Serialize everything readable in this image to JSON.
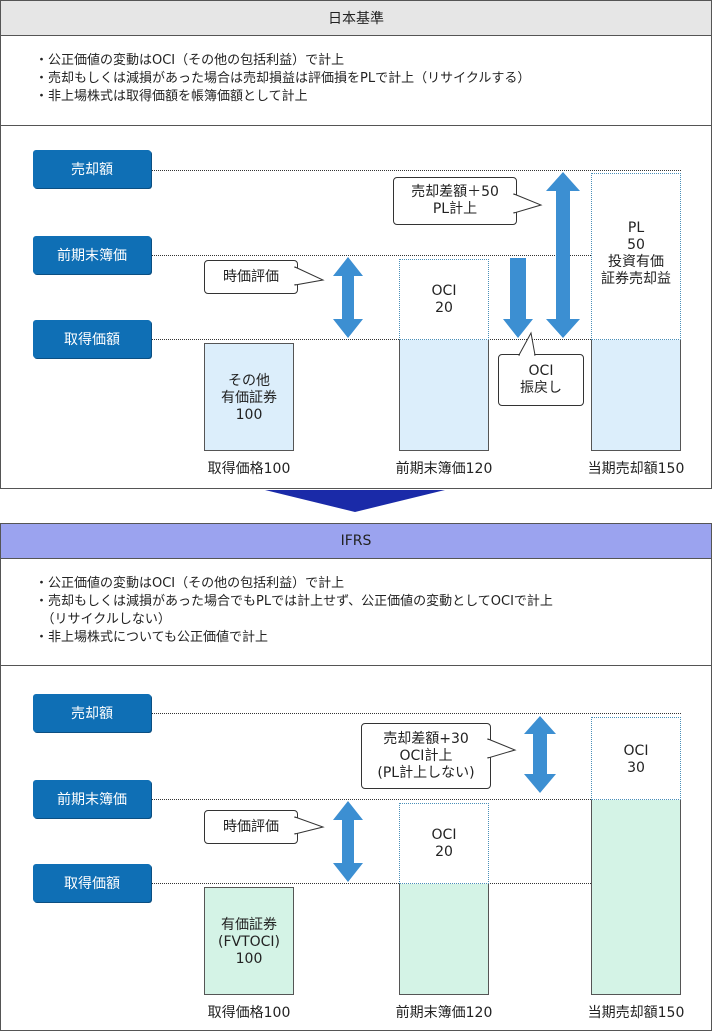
{
  "colors": {
    "tag_blue": "#0f6fb5",
    "arrow_blue": "#3c8fd2",
    "jgaap_fill": "#dceefb",
    "ifrs_fill": "#d4f3e6",
    "ifrs_header": "#9ba3ef",
    "jgaap_header": "#e6e6e6",
    "divider_arrow": "#1a2aa8"
  },
  "jgaap": {
    "header": "日本基準",
    "notes": [
      "・公正価値の変動はOCI（その他の包括利益）で計上",
      "・売却もしくは減損があった場合は売却損益は評価損をPLで計上（リサイクルする）",
      "・非上場株式は取得価額を帳簿価額として計上"
    ],
    "levels": {
      "sale": "売却額",
      "prev_book": "前期末簿価",
      "acq": "取得価額"
    },
    "bar_acq_label": "その他\n有価証券\n100",
    "oci_label": "OCI\n20",
    "pl_label": "PL\n50\n投資有価\n証券売却益",
    "bubble_jika": "時価評価",
    "bubble_sale": "売却差額＋50\nPL計上",
    "bubble_oci": "OCI\n振戻し",
    "captions": [
      "取得価格100",
      "前期末簿価120",
      "当期売却額150"
    ]
  },
  "ifrs": {
    "header": "IFRS",
    "notes": [
      "・公正価値の変動はOCI（その他の包括利益）で計上",
      "・売却もしくは減損があった場合でもPLでは計上せず、公正価値の変動としてOCIで計上",
      "　（リサイクルしない）",
      "・非上場株式についても公正価値で計上"
    ],
    "levels": {
      "sale": "売却額",
      "prev_book": "前期末簿価",
      "acq": "取得価額"
    },
    "bar_acq_label": "有価証券\n(FVTOCI)\n100",
    "oci_label": "OCI\n20",
    "oci30_label": "OCI\n30",
    "bubble_jika": "時価評価",
    "bubble_sale": "売却差額+30\nOCI計上\n(PL計上しない)",
    "captions": [
      "取得価格100",
      "前期末簿価120",
      "当期売却額150"
    ]
  }
}
